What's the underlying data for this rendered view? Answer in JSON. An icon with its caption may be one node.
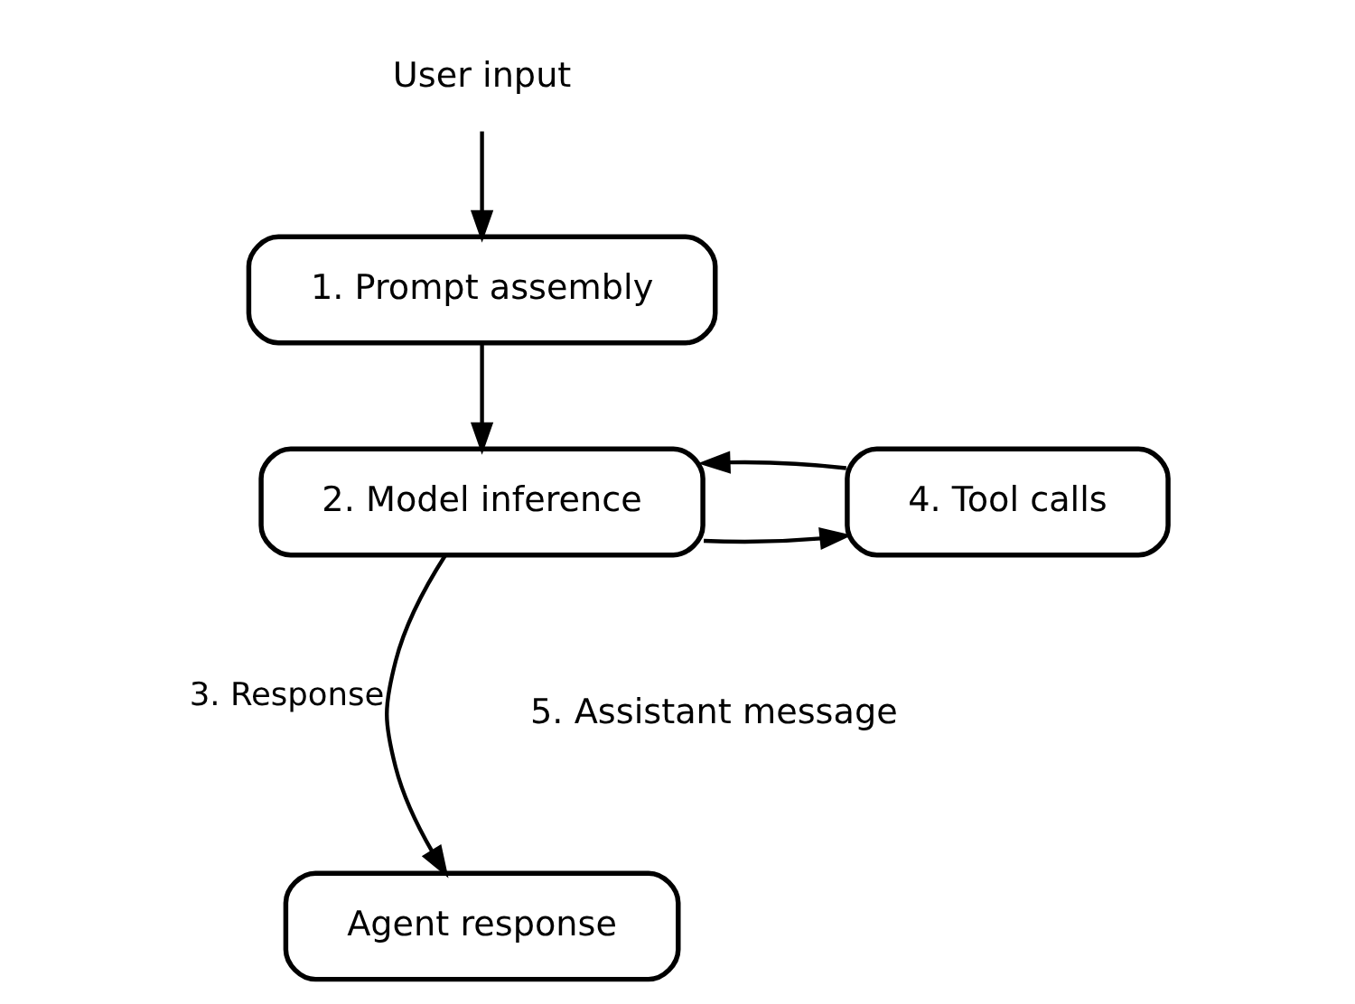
{
  "diagram": {
    "nodes": [
      {
        "text": [
          "User input"
        ]
      },
      {
        "text": [
          "1. Prompt assembly"
        ]
      },
      {
        "text": [
          "2. Model inference"
        ]
      },
      {
        "text": [
          "4. Tool calls"
        ]
      },
      {
        "text": [
          "Agent response"
        ]
      }
    ],
    "edges": [
      {
        "from": 0,
        "to": 1,
        "arrow": "to"
      },
      {
        "from": 1,
        "to": 2,
        "arrow": "to"
      },
      {
        "from": 2,
        "to": 3,
        "arrow": "to"
      },
      {
        "from": 3,
        "to": 2,
        "arrow": "to"
      },
      {
        "from": 2,
        "to": 4,
        "arrow": "to",
        "label": "3. Response"
      }
    ],
    "labels": [
      "5. Assistant message"
    ]
  }
}
